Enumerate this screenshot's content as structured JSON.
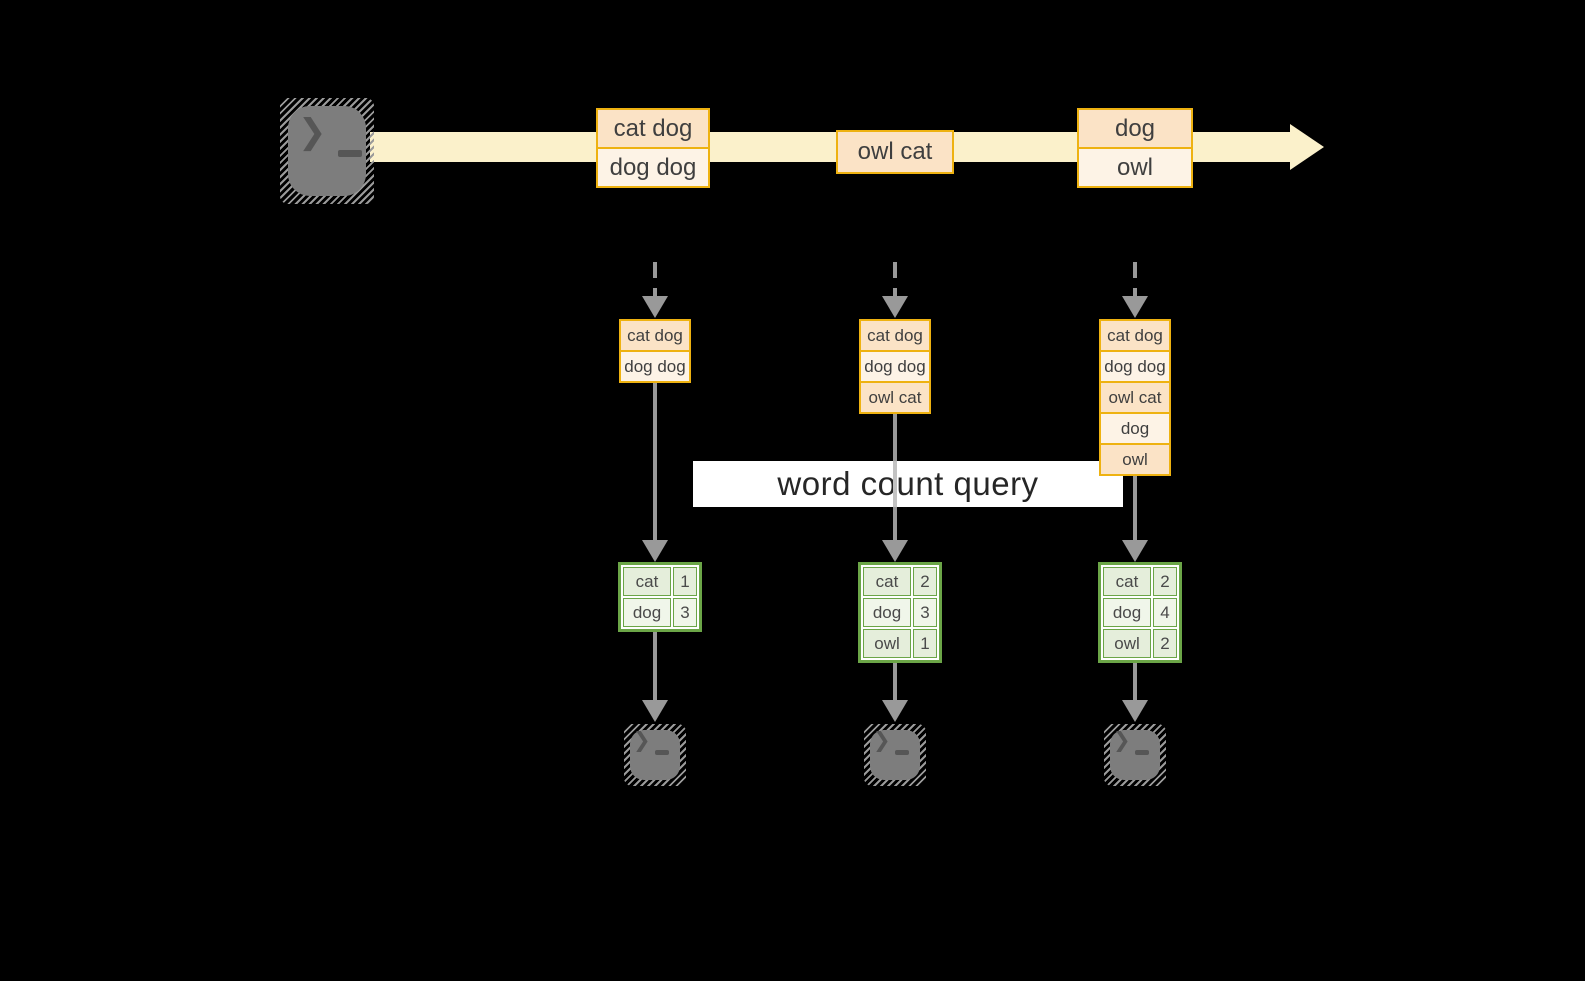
{
  "label": {
    "text": "word count query"
  },
  "stream": {
    "source_icon": "terminal",
    "batches": [
      {
        "rows": [
          "cat dog",
          "dog dog"
        ]
      },
      {
        "rows": [
          "owl cat"
        ]
      },
      {
        "rows": [
          "dog",
          "owl"
        ]
      }
    ]
  },
  "columns": [
    {
      "buffer": [
        "cat dog",
        "dog dog"
      ],
      "counts": [
        {
          "word": "cat",
          "count": "1"
        },
        {
          "word": "dog",
          "count": "3"
        }
      ]
    },
    {
      "buffer": [
        "cat dog",
        "dog dog",
        "owl cat"
      ],
      "counts": [
        {
          "word": "cat",
          "count": "2"
        },
        {
          "word": "dog",
          "count": "3"
        },
        {
          "word": "owl",
          "count": "1"
        }
      ]
    },
    {
      "buffer": [
        "cat dog",
        "dog dog",
        "owl cat",
        "dog",
        "owl"
      ],
      "counts": [
        {
          "word": "cat",
          "count": "2"
        },
        {
          "word": "dog",
          "count": "4"
        },
        {
          "word": "owl",
          "count": "2"
        }
      ]
    }
  ],
  "icons": {
    "prompt_chevron": "❯"
  },
  "colors": {
    "background": "#000000",
    "band": "#fbf1cb",
    "box-border": "#eeb211",
    "box-fill-a": "#fbe3c6",
    "box-fill-b": "#fdf3e6",
    "table-border": "#6ba547",
    "cell-fill-a": "#e5eedb",
    "cell-fill-b": "#f0f6ea",
    "arrow-gray": "#999999",
    "icon-gray": "#7d7d7d",
    "icon-glyph": "#565656",
    "text-dark": "#3f3f3f",
    "label-bg": "#ffffff",
    "label-text": "#262626"
  }
}
